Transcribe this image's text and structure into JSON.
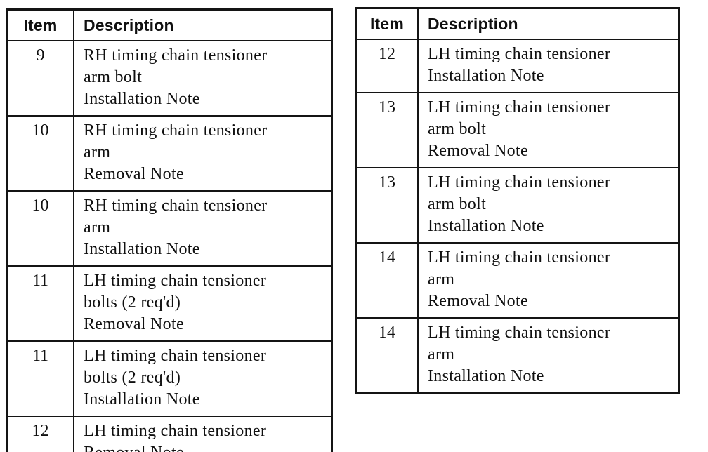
{
  "page": {
    "background_color": "#ffffff",
    "text_color": "#101010",
    "border_color": "#141414"
  },
  "tables": [
    {
      "id": "left",
      "headers": [
        "Item",
        "Description"
      ],
      "rows": [
        {
          "item": "9",
          "description_lines": [
            "RH timing chain tensioner",
            "arm bolt",
            "Installation Note"
          ]
        },
        {
          "item": "10",
          "description_lines": [
            "RH timing chain tensioner",
            "arm",
            "Removal Note"
          ]
        },
        {
          "item": "10",
          "description_lines": [
            "RH timing chain tensioner",
            "arm",
            "Installation Note"
          ]
        },
        {
          "item": "11",
          "description_lines": [
            "LH timing chain tensioner",
            "bolts (2 req'd)",
            "Removal Note"
          ]
        },
        {
          "item": "11",
          "description_lines": [
            "LH timing chain tensioner",
            "bolts (2 req'd)",
            "Installation Note"
          ]
        },
        {
          "item": "12",
          "description_lines": [
            "LH timing chain tensioner",
            "Removal Note"
          ]
        }
      ]
    },
    {
      "id": "right",
      "headers": [
        "Item",
        "Description"
      ],
      "rows": [
        {
          "item": "12",
          "description_lines": [
            "LH timing chain tensioner",
            "Installation Note"
          ]
        },
        {
          "item": "13",
          "description_lines": [
            "LH timing chain tensioner",
            "arm bolt",
            "Removal Note"
          ]
        },
        {
          "item": "13",
          "description_lines": [
            "LH timing chain tensioner",
            "arm bolt",
            "Installation Note"
          ]
        },
        {
          "item": "14",
          "description_lines": [
            "LH timing chain tensioner",
            "arm",
            "Removal Note"
          ]
        },
        {
          "item": "14",
          "description_lines": [
            "LH timing chain tensioner",
            "arm",
            "Installation Note"
          ]
        }
      ]
    }
  ]
}
